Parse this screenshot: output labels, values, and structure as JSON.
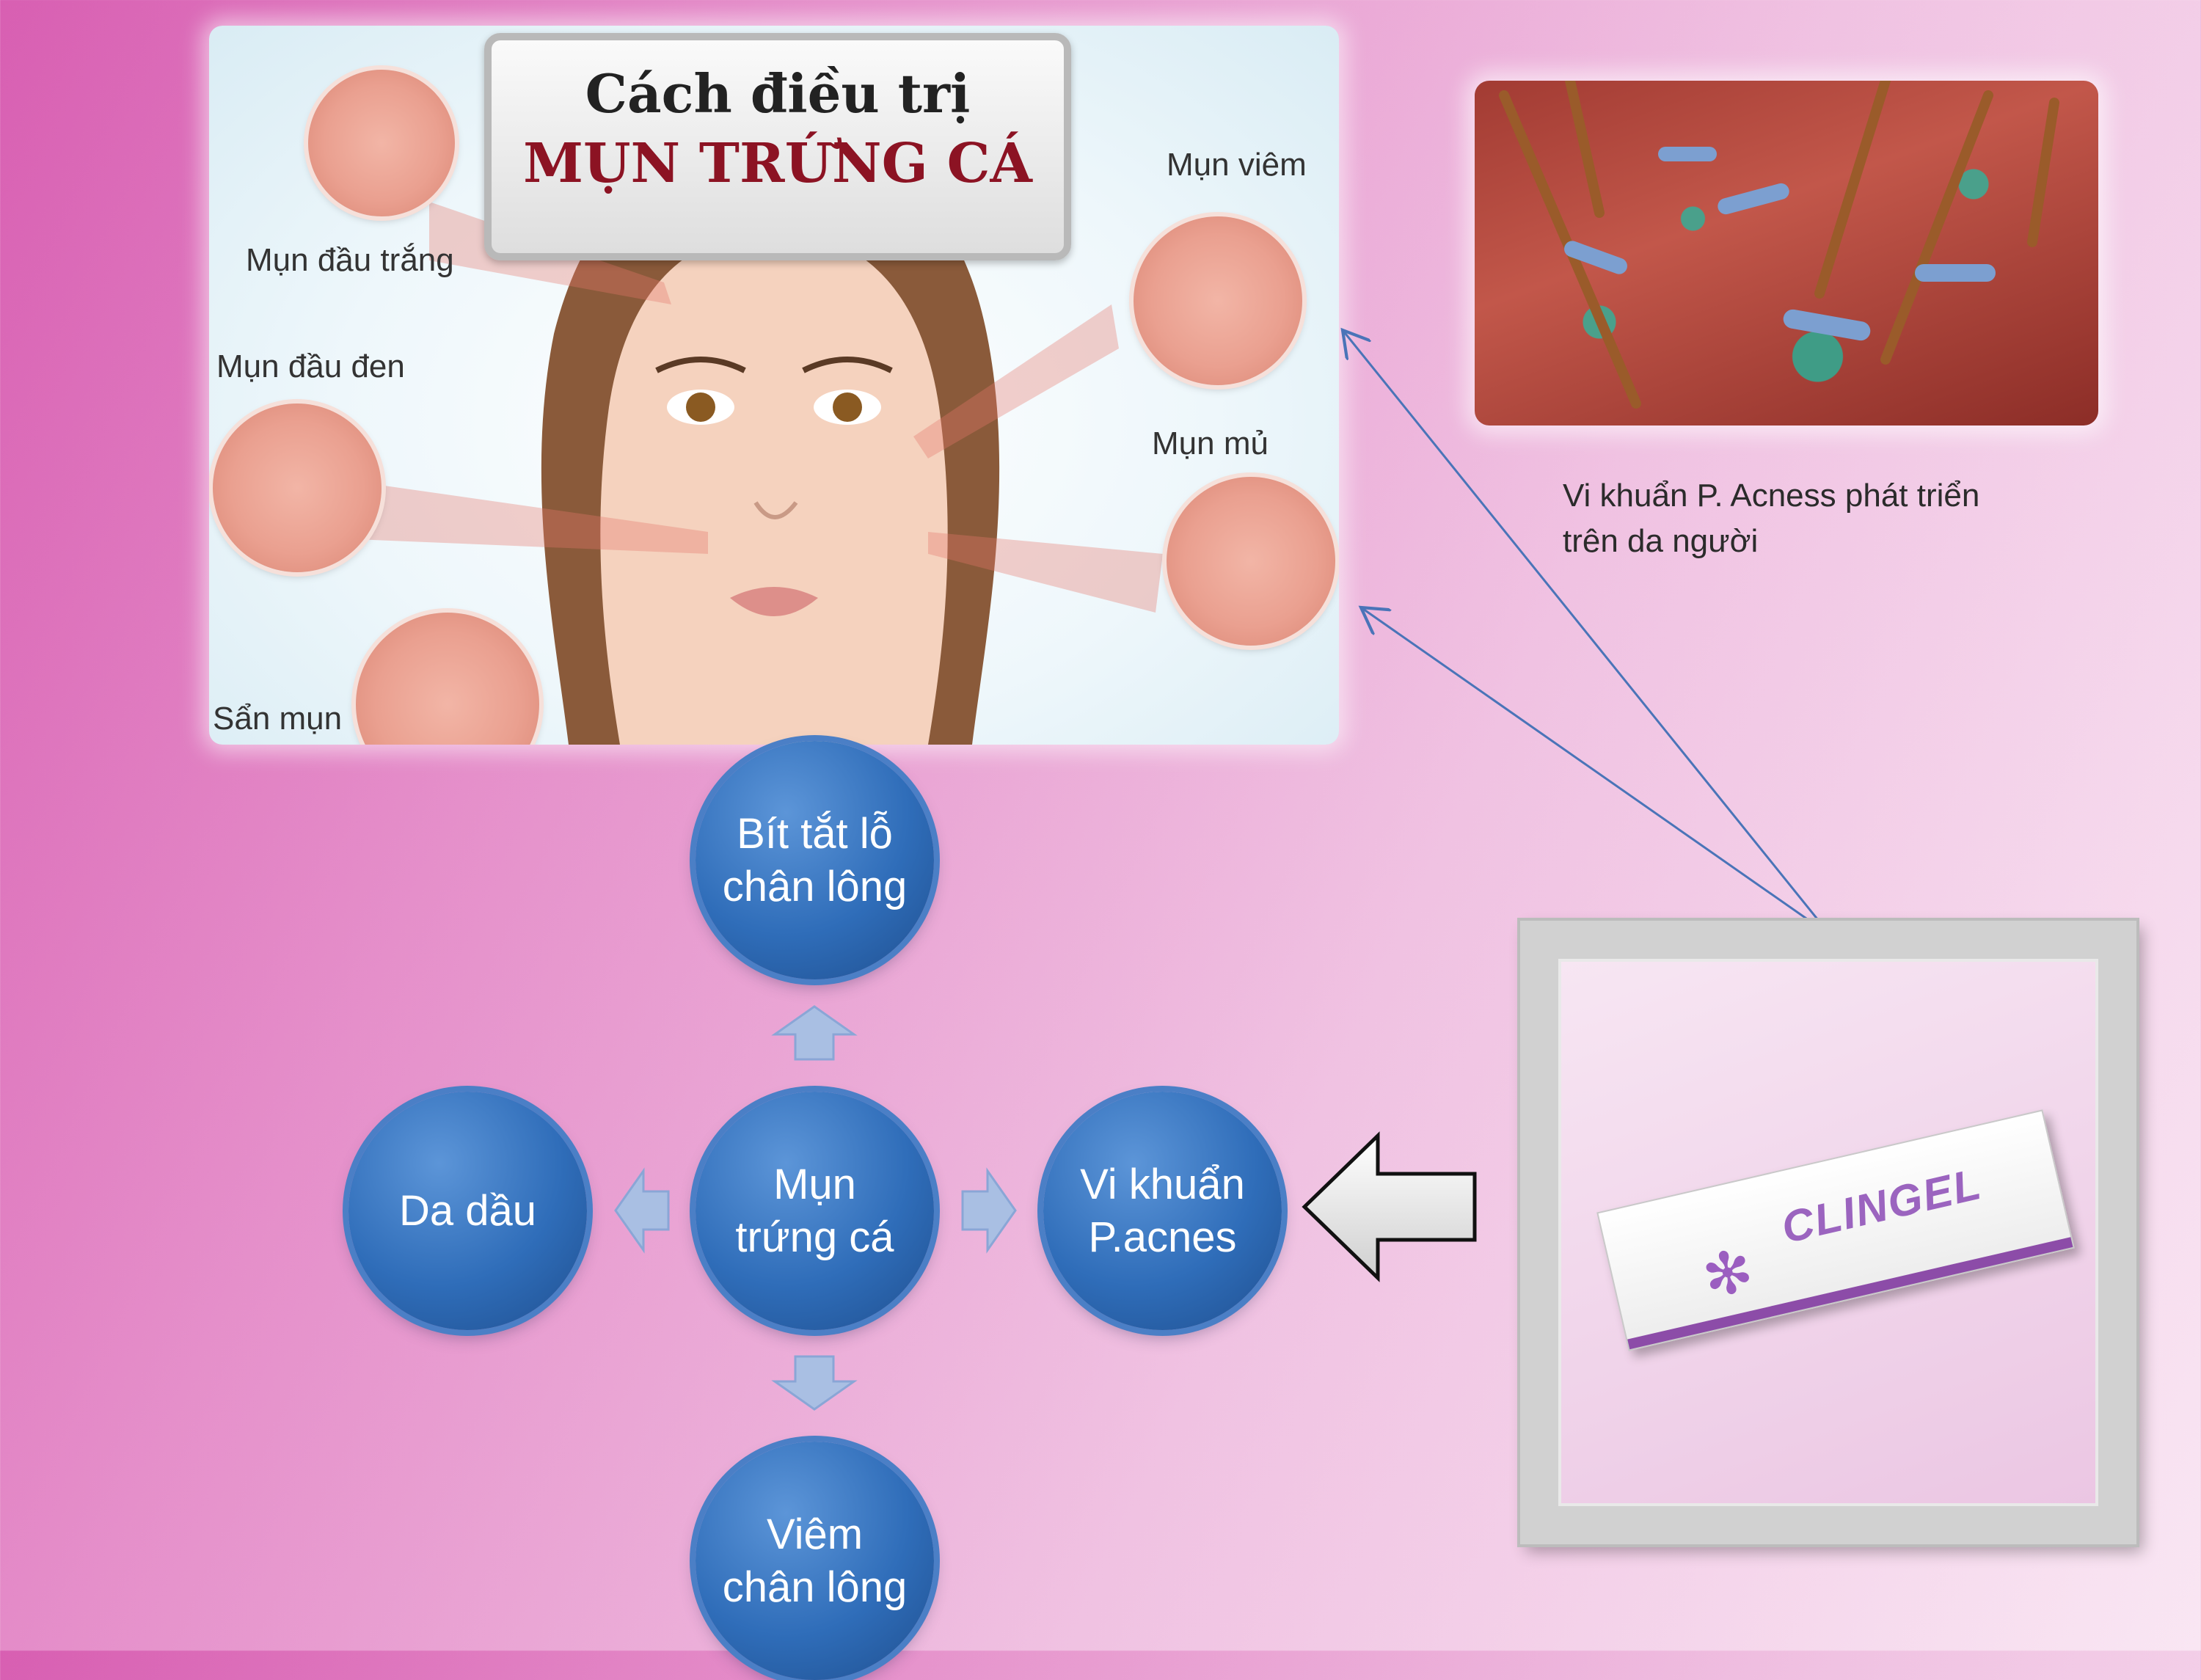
{
  "illustration": {
    "title_line1": "Cách điều trị",
    "title_line2": "MỤN TRỨNG CÁ",
    "labels": {
      "whitehead": "Mụn đầu trắng",
      "blackhead": "Mụn đầu đen",
      "papule": "Sẩn mụn",
      "inflamed": "Mụn viêm",
      "pustule": "Mụn mủ"
    }
  },
  "bacteria": {
    "caption_line1": "Vi khuẩn P. Acness phát triển",
    "caption_line2": "trên da người"
  },
  "cycle": {
    "center": "Mụn trứng cá",
    "top": "Bít tắt lỗ chân lông",
    "left": "Da dầu",
    "right": "Vi khuẩn P.acnes",
    "bottom": "Viêm chân lông"
  },
  "product": {
    "brand": "CLINGEL"
  },
  "colors": {
    "node_blue": "#2f6db9",
    "arrow_line": "#4a74b8",
    "title_red": "#8c1323",
    "brand_purple": "#9b64bf"
  }
}
